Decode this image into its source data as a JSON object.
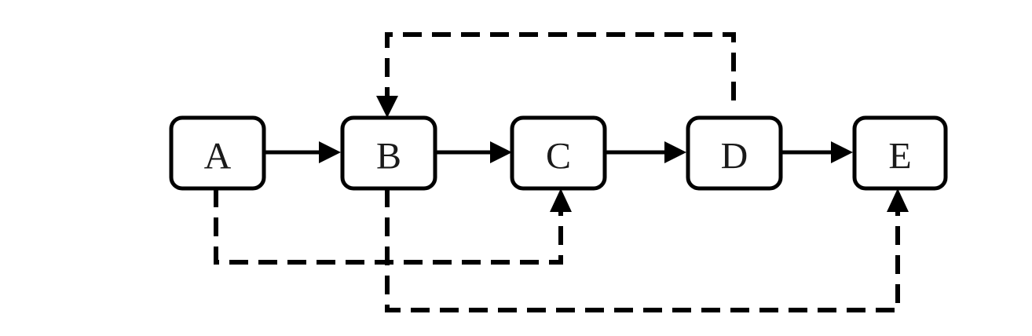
{
  "diagram": {
    "nodes": [
      {
        "id": "A",
        "label": "A"
      },
      {
        "id": "B",
        "label": "B"
      },
      {
        "id": "C",
        "label": "C"
      },
      {
        "id": "D",
        "label": "D"
      },
      {
        "id": "E",
        "label": "E"
      }
    ],
    "solid_edges": [
      {
        "from": "A",
        "to": "B"
      },
      {
        "from": "B",
        "to": "C"
      },
      {
        "from": "C",
        "to": "D"
      },
      {
        "from": "D",
        "to": "E"
      }
    ],
    "dashed_edges": [
      {
        "from": "A",
        "to": "C"
      },
      {
        "from": "B",
        "to": "E"
      },
      {
        "from": "D",
        "to": "B"
      }
    ],
    "colors": {
      "stroke": "#000000",
      "background": "#ffffff",
      "label": "#1a1a1a"
    }
  }
}
